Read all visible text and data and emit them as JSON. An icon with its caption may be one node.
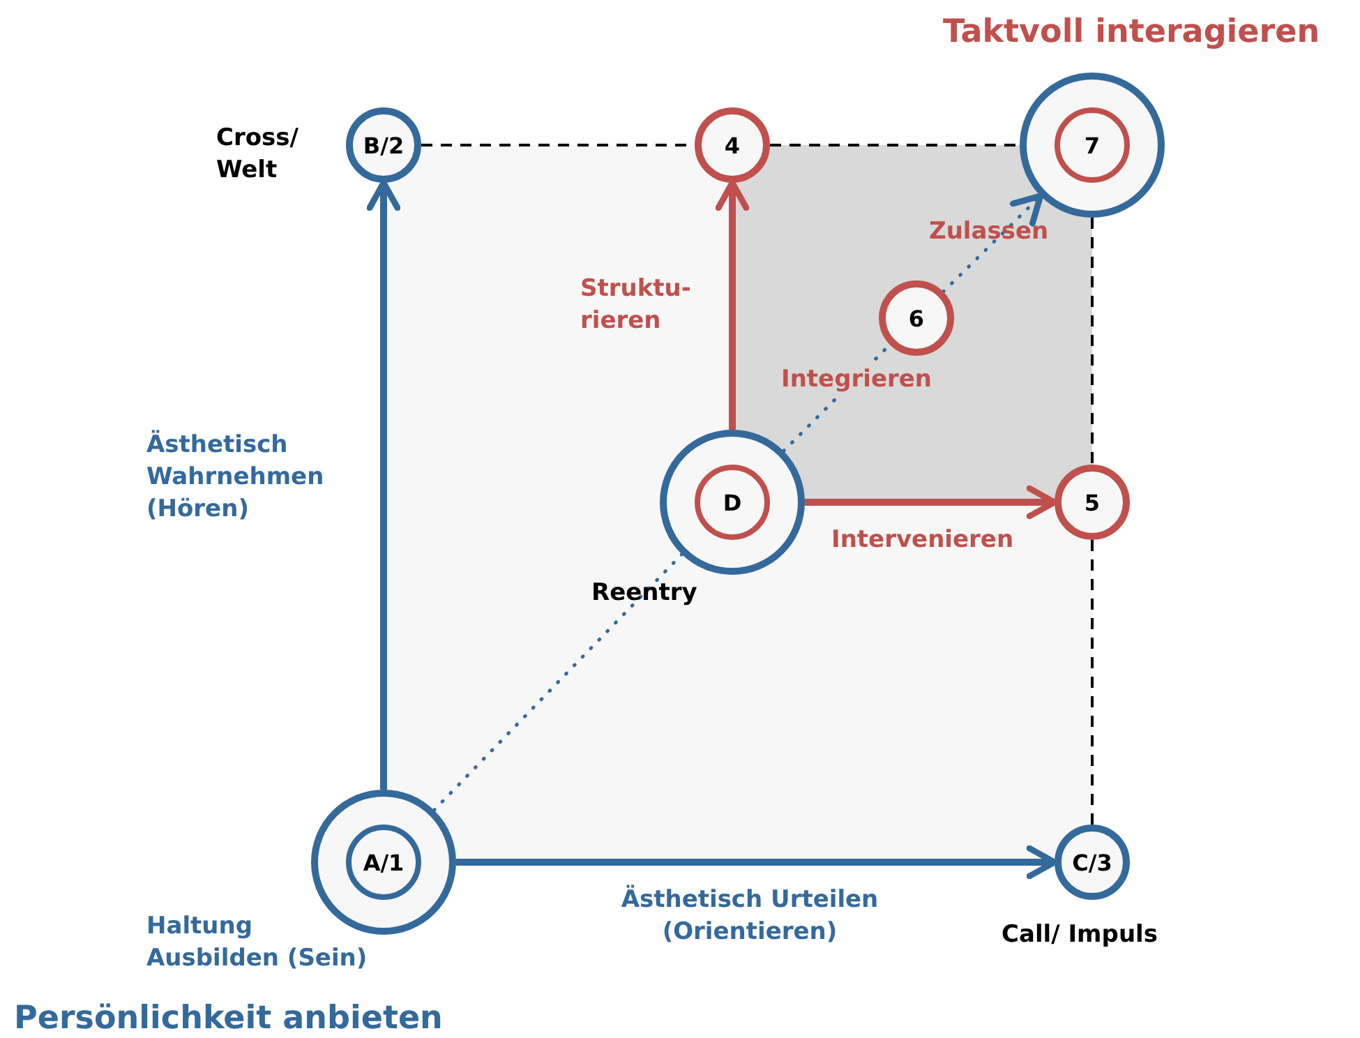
{
  "diagram": {
    "nodes": [
      {
        "text": [
          "A/1"
        ],
        "beside": [
          "Haltung Ausbilden (Sein)"
        ]
      },
      {
        "text": [
          "B/2"
        ],
        "beside": [
          "Cross/ Welt"
        ]
      },
      {
        "text": [
          "C/3"
        ],
        "beside": [
          "Call/ Impuls"
        ]
      },
      {
        "text": [
          "D"
        ],
        "beside": [
          "Reentry"
        ]
      },
      {
        "text": [
          "4"
        ]
      },
      {
        "text": [
          "5"
        ]
      },
      {
        "text": [
          "6"
        ]
      },
      {
        "text": [
          "7"
        ]
      }
    ],
    "edges": [
      {
        "from": 0,
        "to": 1,
        "arrow": "to",
        "label": "Ästhetisch Wahrnehmen (Hören)",
        "style": "thick"
      },
      {
        "from": 0,
        "to": 2,
        "arrow": "to",
        "label": "Ästhetisch Urteilen (Orientieren)",
        "style": "thick"
      },
      {
        "from": 0,
        "to": 3,
        "arrow": "none",
        "style": "dashed"
      },
      {
        "from": 3,
        "to": 4,
        "arrow": "to",
        "label": "Struktu- rieren",
        "color": "#c0504d",
        "style": "thick"
      },
      {
        "from": 3,
        "to": 5,
        "arrow": "to",
        "label": "Intervenieren",
        "color": "#c0504d",
        "style": "thick"
      },
      {
        "from": 3,
        "to": 6,
        "arrow": "none",
        "style": "dashed",
        "label": "Integrieren"
      },
      {
        "from": 6,
        "to": 7,
        "arrow": "to",
        "style": "dashed",
        "label": "Zulassen"
      },
      {
        "from": 1,
        "to": 4,
        "arrow": "none",
        "style": "dashed",
        "color": "#000000"
      },
      {
        "from": 4,
        "to": 7,
        "arrow": "none",
        "style": "dashed",
        "color": "#000000"
      },
      {
        "from": 7,
        "to": 5,
        "arrow": "none",
        "style": "dashed",
        "color": "#000000"
      },
      {
        "from": 5,
        "to": 2,
        "arrow": "none",
        "style": "dashed",
        "color": "#000000"
      }
    ],
    "labels": [
      "Taktvoll interagieren",
      "Persönlichkeit anbieten"
    ]
  }
}
